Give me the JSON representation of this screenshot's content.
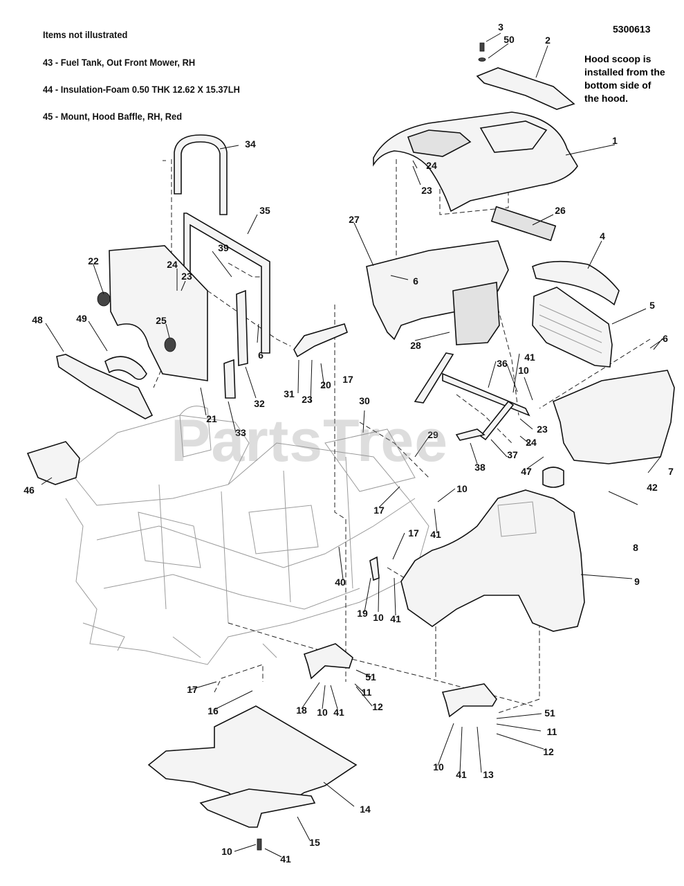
{
  "diagram_id": "5300613",
  "notes": {
    "title": "Items not illustrated",
    "items": [
      "43 - Fuel Tank, Out Front Mower, RH",
      "44 - Insulation-Foam 0.50 THK 12.62 X 15.37LH",
      "45 - Mount, Hood Baffle, RH, Red"
    ]
  },
  "hood_note": "Hood scoop is\ninstalled from the\nbottom side of\nthe hood.",
  "watermark": "PartsTree",
  "callouts": [
    "3",
    "50",
    "2",
    "1",
    "24",
    "23",
    "34",
    "35",
    "27",
    "26",
    "4",
    "39",
    "22",
    "24",
    "23",
    "6",
    "5",
    "48",
    "49",
    "25",
    "6",
    "28",
    "6",
    "17",
    "10",
    "41",
    "36",
    "31",
    "23",
    "20",
    "32",
    "21",
    "33",
    "30",
    "29",
    "23",
    "24",
    "7",
    "46",
    "38",
    "37",
    "47",
    "42",
    "17",
    "10",
    "41",
    "8",
    "40",
    "17",
    "9",
    "19",
    "10",
    "41",
    "51",
    "11",
    "17",
    "12",
    "16",
    "18",
    "10",
    "41",
    "51",
    "11",
    "12",
    "14",
    "10",
    "41",
    "13",
    "15",
    "10",
    "41"
  ]
}
